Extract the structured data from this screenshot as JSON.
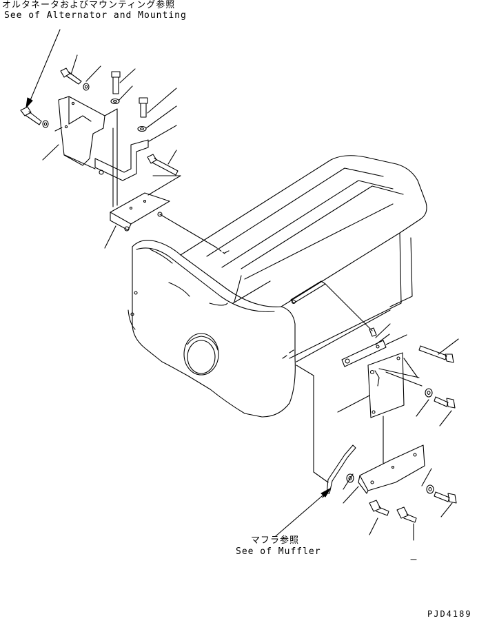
{
  "references": {
    "alternator_jp": "オルタネータおよびマウンティング参照",
    "alternator_en": "See of Alternator and Mounting",
    "muffler_jp": "マフラ参照",
    "muffler_en": "See of Muffler"
  },
  "diagram_id": "PJD4189",
  "colors": {
    "line": "#000000",
    "background": "#ffffff"
  }
}
